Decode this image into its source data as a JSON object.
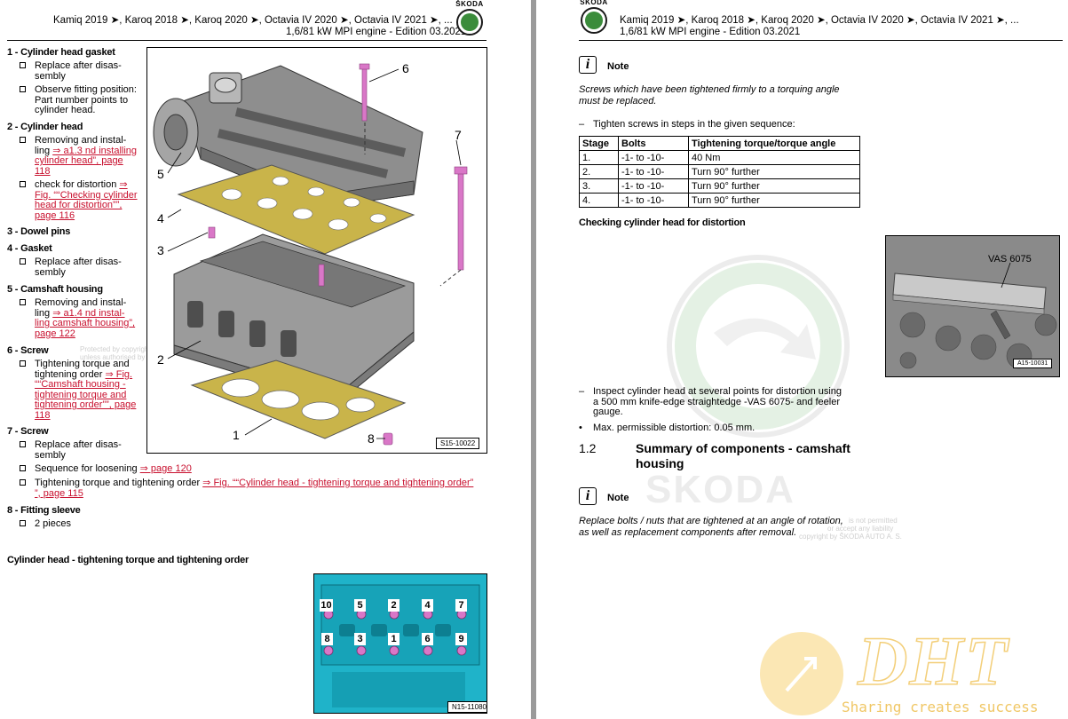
{
  "header": {
    "models": "Kamiq 2019 ➤, Karoq 2018 ➤, Karoq 2020 ➤, Octavia IV 2020 ➤, Octavia IV 2021 ➤, ...",
    "engine": "1,6/81 kW MPI engine - Edition 03.2021",
    "brand": "ŠKODA"
  },
  "left": {
    "parts": [
      {
        "heading": "1 - Cylinder head gasket",
        "items": [
          {
            "text": "Replace after disas-\nsembly"
          },
          {
            "text": "Observe fitting position:\nPart number points to\ncylinder head."
          }
        ]
      },
      {
        "heading": "2 - Cylinder head",
        "items": [
          {
            "pre": "Removing and instal-\nling ",
            "link": "⇒ a1.3 nd installing\ncylinder head”, page\n118"
          },
          {
            "pre": "check for distortion ",
            "link": "⇒\nFig. ““Checking cylinder\nhead for distortion””,\npage 116"
          }
        ]
      },
      {
        "heading": "3 - Dowel pins",
        "items": []
      },
      {
        "heading": "4 - Gasket",
        "items": [
          {
            "text": "Replace after disas-\nsembly"
          }
        ]
      },
      {
        "heading": "5 - Camshaft housing",
        "items": [
          {
            "pre": "Removing and instal-\nling ",
            "link": "⇒ a1.4 nd instal-\nling camshaft housing”,\npage 122"
          }
        ]
      },
      {
        "heading": "6 - Screw",
        "items": [
          {
            "pre": "Tightening torque and\ntightening order ",
            "link": "⇒ Fig.\n““Camshaft housing -\ntightening torque and\ntightening order””, page\n118"
          }
        ]
      },
      {
        "heading": "7 - Screw",
        "items": [
          {
            "text": "Replace after disas-\nsembly"
          },
          {
            "pre": "Sequence for loosening ",
            "link": "⇒ page 120"
          },
          {
            "pre": "Tightening torque and tightening order ",
            "link": "⇒ Fig. ““Cylinder head - tightening torque and tightening order”\n”, page 115"
          }
        ]
      },
      {
        "heading": "8 - Fitting sleeve",
        "items": [
          {
            "text": "2 pieces"
          }
        ]
      }
    ],
    "section_title": "Cylinder head - tightening torque and tightening order",
    "figure_main": {
      "id": "S15-10022",
      "callouts": [
        "1",
        "2",
        "3",
        "4",
        "5",
        "6",
        "7",
        "8"
      ]
    },
    "figure_order": {
      "id": "N15-11080",
      "top_row": [
        "10",
        "5",
        "2",
        "4",
        "7"
      ],
      "bottom_row": [
        "8",
        "3",
        "1",
        "6",
        "9"
      ]
    },
    "watermark": [
      "Protected by copyright",
      "unless authorised by Š"
    ]
  },
  "right": {
    "note_label": "Note",
    "note1": "Screws which have been tightened firmly to a torquing angle\nmust be replaced.",
    "step_intro": "Tighten screws in steps in the given sequence:",
    "table": {
      "headers": [
        "Stage",
        "Bolts",
        "Tightening torque/torque angle"
      ],
      "rows": [
        [
          "1.",
          "-1- to -10-",
          "40 Nm"
        ],
        [
          "2.",
          "-1- to -10-",
          "Turn 90° further"
        ],
        [
          "3.",
          "-1- to -10-",
          "Turn 90° further"
        ],
        [
          "4.",
          "-1- to -10-",
          "Turn 90° further"
        ]
      ]
    },
    "check_title": "Checking cylinder head for distortion",
    "figure": {
      "label": "VAS 6075",
      "id": "A15-10031"
    },
    "inspect": "Inspect cylinder head at several points for distortion using\na 500 mm knife-edge straightedge -VAS 6075- and feeler\ngauge.",
    "bullet": "Max. permissible distortion: 0.05 mm.",
    "section_num": "1.2",
    "section_title": "Summary of components - camshaft\nhousing",
    "note2": "Replace bolts / nuts that are tightened at an angle of rotation,\nas well as replacement components after removal.",
    "watermark_word": "SKODA",
    "watermark_lines": [
      "is not permitted",
      "or accept any liability",
      "copyright by ŠKODA AUTO A. S."
    ],
    "dht_logo": "DHT",
    "dht_slogan": "Sharing creates success"
  },
  "colors": {
    "link": "#c8102e",
    "skoda_green": "#3b8c3b",
    "gasket": "#c9b44a",
    "engine_cyan": "#1fb3c9",
    "bolt_pink": "#d977c7"
  }
}
